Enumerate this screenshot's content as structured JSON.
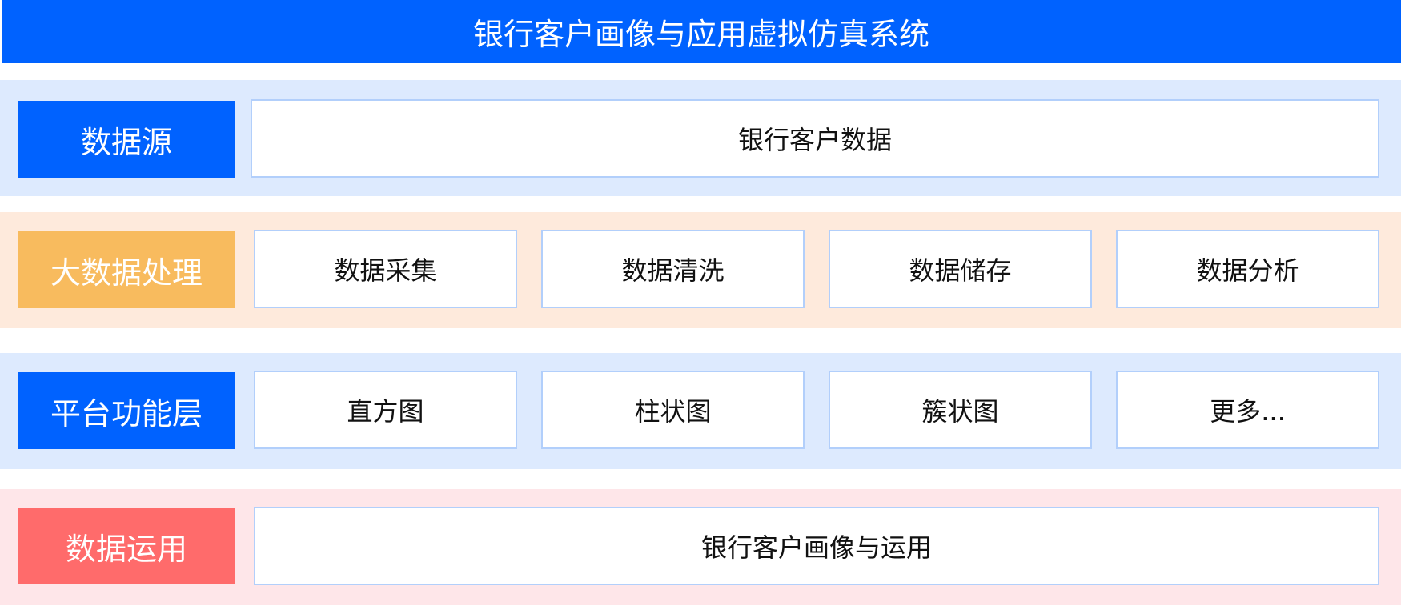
{
  "title": "银行客户画像与应用虚拟仿真系统",
  "colors": {
    "title_bar": "#0062ff",
    "band_blue": "#ddeafe",
    "band_orange": "#feeadc",
    "band_pink": "#fee6e9",
    "label_blue": "#0062ff",
    "label_orange": "#f8bb5e",
    "label_red": "#ff6b6b",
    "box_border": "#b2cffb"
  },
  "layers": [
    {
      "label": "数据源",
      "items": [
        "银行客户数据"
      ]
    },
    {
      "label": "大数据处理",
      "items": [
        "数据采集",
        "数据清洗",
        "数据储存",
        "数据分析"
      ]
    },
    {
      "label": "平台功能层",
      "items": [
        "直方图",
        "柱状图",
        "簇状图",
        "更多..."
      ]
    },
    {
      "label": "数据运用",
      "items": [
        "银行客户画像与运用"
      ]
    }
  ]
}
